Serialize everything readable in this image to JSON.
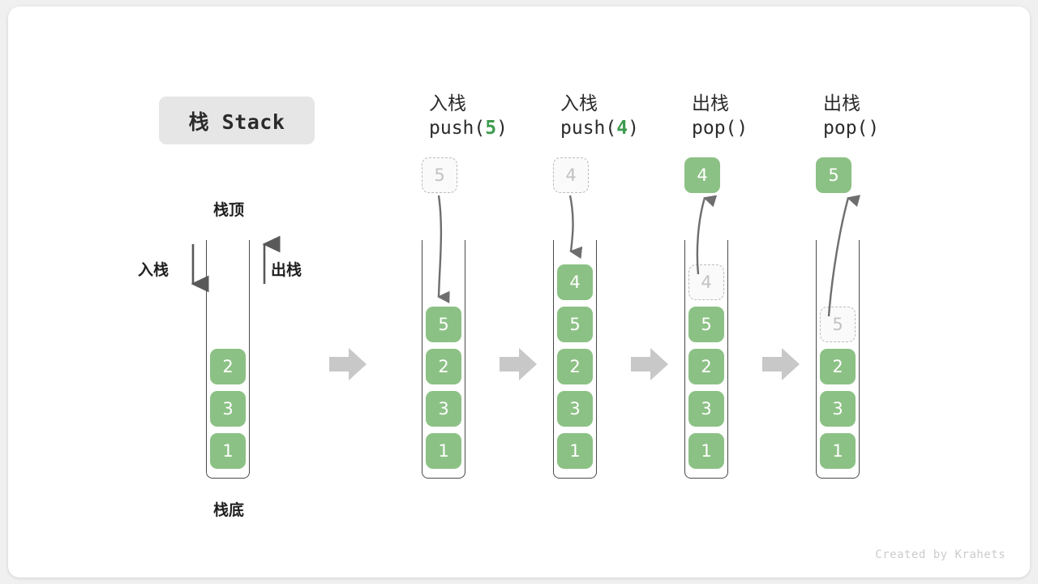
{
  "title": {
    "text": "栈 Stack"
  },
  "labels": {
    "top": "栈顶",
    "bottom": "栈底",
    "push_side": "入栈",
    "pop_side": "出栈"
  },
  "columns": [
    {
      "id": "initial",
      "header_cn": "",
      "header_code": "",
      "cells": [
        {
          "value": "2",
          "state": "filled"
        },
        {
          "value": "3",
          "state": "filled"
        },
        {
          "value": "1",
          "state": "filled"
        }
      ],
      "float_box": null
    },
    {
      "id": "push-5",
      "header_cn": "入栈",
      "header_code_prefix": "push(",
      "header_code_num": "5",
      "header_code_suffix": ")",
      "cells": [
        {
          "value": "5",
          "state": "filled"
        },
        {
          "value": "2",
          "state": "filled"
        },
        {
          "value": "3",
          "state": "filled"
        },
        {
          "value": "1",
          "state": "filled"
        }
      ],
      "float_box": {
        "value": "5",
        "state": "ghost"
      }
    },
    {
      "id": "push-4",
      "header_cn": "入栈",
      "header_code_prefix": "push(",
      "header_code_num": "4",
      "header_code_suffix": ")",
      "cells": [
        {
          "value": "4",
          "state": "filled"
        },
        {
          "value": "5",
          "state": "filled"
        },
        {
          "value": "2",
          "state": "filled"
        },
        {
          "value": "3",
          "state": "filled"
        },
        {
          "value": "1",
          "state": "filled"
        }
      ],
      "float_box": {
        "value": "4",
        "state": "ghost"
      }
    },
    {
      "id": "pop-4",
      "header_cn": "出栈",
      "header_code_prefix": "pop(",
      "header_code_num": "",
      "header_code_suffix": ")",
      "cells": [
        {
          "value": "4",
          "state": "ghost"
        },
        {
          "value": "5",
          "state": "filled"
        },
        {
          "value": "2",
          "state": "filled"
        },
        {
          "value": "3",
          "state": "filled"
        },
        {
          "value": "1",
          "state": "filled"
        }
      ],
      "float_box": {
        "value": "4",
        "state": "filled"
      }
    },
    {
      "id": "pop-5",
      "header_cn": "出栈",
      "header_code_prefix": "pop(",
      "header_code_num": "",
      "header_code_suffix": ")",
      "cells": [
        {
          "value": "5",
          "state": "ghost"
        },
        {
          "value": "2",
          "state": "filled"
        },
        {
          "value": "3",
          "state": "filled"
        },
        {
          "value": "1",
          "state": "filled"
        }
      ],
      "float_box": {
        "value": "5",
        "state": "filled"
      }
    }
  ],
  "footer": {
    "credit": "Created by Krahets"
  },
  "colors": {
    "fill_green": "#8cc185",
    "accent_green": "#3e9b4f",
    "ghost_border": "#bdbdbd",
    "arrow_gray": "#c8c8c8",
    "stroke_gray": "#6e6e6e",
    "badge_bg": "#e6e6e6",
    "card_bg": "#ffffff",
    "page_bg": "#f0f0f0"
  }
}
